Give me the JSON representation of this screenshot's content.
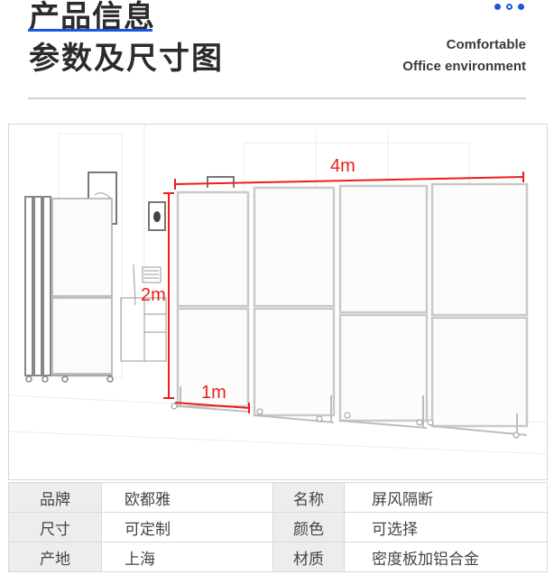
{
  "header": {
    "title": "产品信息",
    "subtitle": "参数及尺寸图",
    "tagline_line1": "Comfortable",
    "tagline_line2": "Office environment",
    "accent_color": "#1a56db",
    "pager_dots": [
      {
        "state": "filled"
      },
      {
        "state": "hollow"
      },
      {
        "state": "filled"
      }
    ]
  },
  "diagram": {
    "description": "Sketch of a four-panel mobile folding screen partition in an office room, with dimensions",
    "width_label": "4m",
    "height_label": "2m",
    "panel_width_label": "1m",
    "dimension_color": "#ee1c1c",
    "panel_count": 4
  },
  "specs": {
    "rows": [
      {
        "k1": "品牌",
        "v1": "欧都雅",
        "k2": "名称",
        "v2": "屏风隔断"
      },
      {
        "k1": "尺寸",
        "v1": "可定制",
        "k2": "颜色",
        "v2": "可选择"
      },
      {
        "k1": "产地",
        "v1": "上海",
        "k2": "材质",
        "v2": "密度板加铝合金"
      }
    ]
  }
}
